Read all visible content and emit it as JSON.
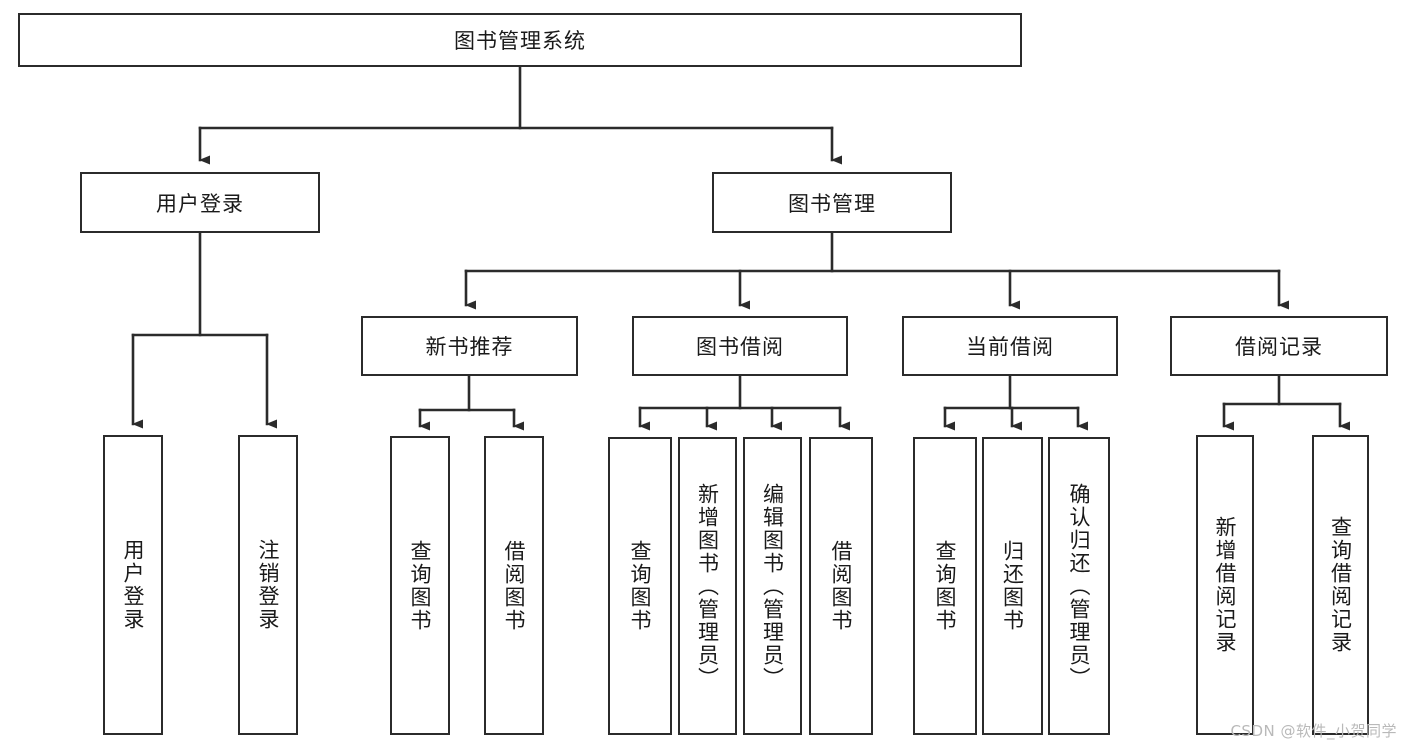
{
  "diagram": {
    "type": "tree",
    "title": "图书管理系统",
    "root": {
      "label": "图书管理系统"
    },
    "level1": [
      {
        "label": "用户登录"
      },
      {
        "label": "图书管理"
      }
    ],
    "level2": [
      {
        "label": "新书推荐"
      },
      {
        "label": "图书借阅"
      },
      {
        "label": "当前借阅"
      },
      {
        "label": "借阅记录"
      }
    ],
    "leaves": {
      "user_login": [
        {
          "label": "用户登录"
        },
        {
          "label": "注销登录"
        }
      ],
      "new_book_recommend": [
        {
          "label": "查询图书"
        },
        {
          "label": "借阅图书"
        }
      ],
      "book_borrow": [
        {
          "label": "查询图书"
        },
        {
          "label": "新增图书（管理员）"
        },
        {
          "label": "编辑图书（管理员）"
        },
        {
          "label": "借阅图书"
        }
      ],
      "current_borrow": [
        {
          "label": "查询图书"
        },
        {
          "label": "归还图书"
        },
        {
          "label": "确认归还（管理员）"
        }
      ],
      "borrow_record": [
        {
          "label": "新增借阅记录"
        },
        {
          "label": "查询借阅记录"
        }
      ]
    }
  },
  "colors": {
    "stroke": "#2b2b2b",
    "fill": "#ffffff",
    "text": "#1a1a1a",
    "watermark": "#b9b9b9"
  },
  "watermark": {
    "text": "CSDN @软件_小贺同学"
  }
}
